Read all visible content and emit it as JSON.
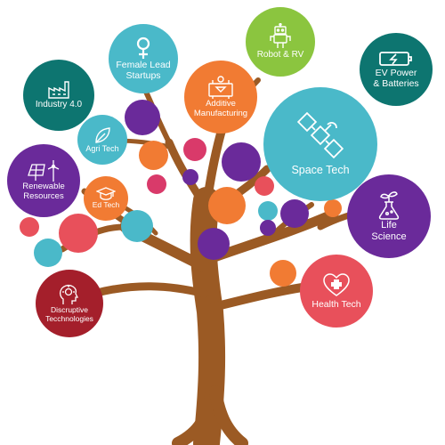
{
  "colors": {
    "trunk": "#9b5a24",
    "teal": "#0d7570",
    "sky": "#4ab9c9",
    "orange": "#f17b33",
    "green": "#8bc53f",
    "purple": "#6a2a9a",
    "red": "#e8505b",
    "maroon": "#a41f2b",
    "pink": "#d93a6a"
  },
  "topics": [
    {
      "id": "industry",
      "label": "Industry 4.0",
      "color": "#0d7570",
      "icon": "factory-icon"
    },
    {
      "id": "female",
      "label": "Female Lead\nStartups",
      "color": "#4ab9c9",
      "icon": "female-symbol-icon"
    },
    {
      "id": "robot",
      "label": "Robot & RV",
      "color": "#8bc53f",
      "icon": "robot-icon"
    },
    {
      "id": "ev",
      "label": "EV Power\n& Batteries",
      "color": "#0d7570",
      "icon": "battery-icon"
    },
    {
      "id": "additive",
      "label": "Additive\nManufacturing",
      "color": "#f17b33",
      "icon": "3d-printer-icon"
    },
    {
      "id": "agri",
      "label": "Agri Tech",
      "color": "#4ab9c9",
      "icon": "leaf-icon"
    },
    {
      "id": "space",
      "label": "Space Tech",
      "color": "#4ab9c9",
      "icon": "satellite-icon"
    },
    {
      "id": "renewable",
      "label": "Renewable\nResources",
      "color": "#6a2a9a",
      "icon": "solar-wind-icon"
    },
    {
      "id": "edtech",
      "label": "Ed Tech",
      "color": "#f17b33",
      "icon": "graduation-cap-icon"
    },
    {
      "id": "life",
      "label": "Life\nScience",
      "color": "#6a2a9a",
      "icon": "plant-flask-icon"
    },
    {
      "id": "disruptive",
      "label": "Discruptive\nTecchnologies",
      "color": "#a41f2b",
      "icon": "idea-head-icon"
    },
    {
      "id": "health",
      "label": "Health Tech",
      "color": "#e8505b",
      "icon": "heart-cross-icon"
    }
  ]
}
